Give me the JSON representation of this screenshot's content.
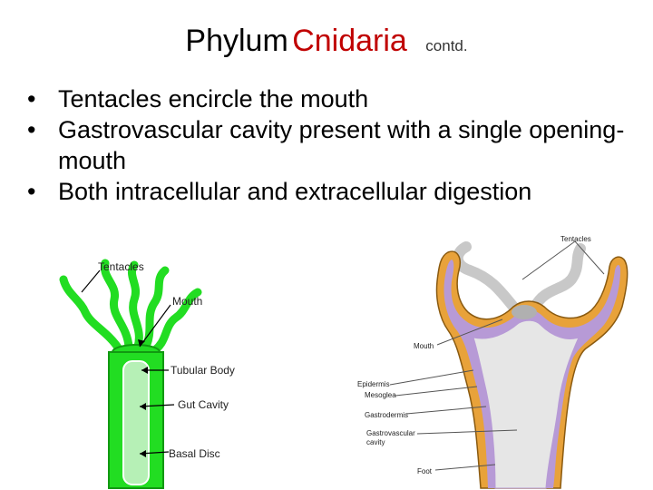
{
  "slide": {
    "title_prefix": "Phylum",
    "title_accent": "Cnidaria",
    "title_suffix": "contd.",
    "bullet_glyph": "•",
    "bullets": [
      "Tentacles encircle the mouth",
      "Gastrovascular cavity present with a single opening- mouth",
      "Both intracellular and extracellular digestion"
    ]
  },
  "figure_left": {
    "labels": {
      "tentacles": "Tentacles",
      "mouth": "Mouth",
      "tubular_body": "Tubular Body",
      "gut_cavity": "Gut Cavity",
      "basal_disc": "Basal Disc"
    },
    "colors": {
      "body": "#22dd22",
      "outline": "#119911",
      "cavity": "#b6f0b6"
    }
  },
  "figure_right": {
    "labels": {
      "tentacles": "Tentacles",
      "mouth": "Mouth",
      "epidermis": "Epidermis",
      "mesoglea": "Mesoglea",
      "gastrodermis": "Gastrodermis",
      "gastrovascular_line1": "Gastrovascular",
      "gastrovascular_line2": "cavity",
      "foot": "Foot"
    },
    "colors": {
      "epidermis": "#e8a23a",
      "gastrodermis": "#b79ad6",
      "cavity": "#e6e6e6"
    }
  }
}
